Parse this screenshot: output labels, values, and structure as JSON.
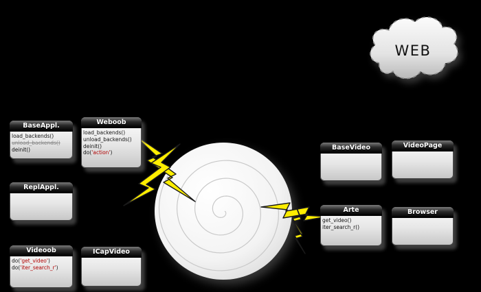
{
  "cloud": {
    "label": "WEB"
  },
  "boxes": {
    "base_appl": {
      "title": "BaseAppl.",
      "methods": [
        "load_backends()",
        "unload_backends()",
        "deinit()"
      ]
    },
    "weboob": {
      "title": "Weboob",
      "methods": [
        "load_backends()",
        "unload_backends()",
        "deinit()"
      ],
      "do_line": {
        "prefix": "do(",
        "value": "'action'",
        "suffix": ")"
      }
    },
    "repl_appl": {
      "title": "ReplAppl."
    },
    "videoob": {
      "title": "Videoob",
      "do_lines": [
        {
          "prefix": "do(",
          "value": "'get_video'",
          "suffix": ")"
        },
        {
          "prefix": "do(",
          "value": "'iter_search_r'",
          "suffix": ")"
        }
      ]
    },
    "icap_video": {
      "title": "ICapVideo"
    },
    "base_video": {
      "title": "BaseVideo"
    },
    "video_page": {
      "title": "VideoPage"
    },
    "arte": {
      "title": "Arte",
      "methods": [
        "get_video()",
        "iter_search_r()"
      ]
    },
    "browser": {
      "title": "Browser"
    }
  },
  "colors": {
    "background": "#000000",
    "bolt_fill": "#ffee00",
    "string_literal_text": "#b00000",
    "muted_method_text": "#8a8a8a"
  }
}
